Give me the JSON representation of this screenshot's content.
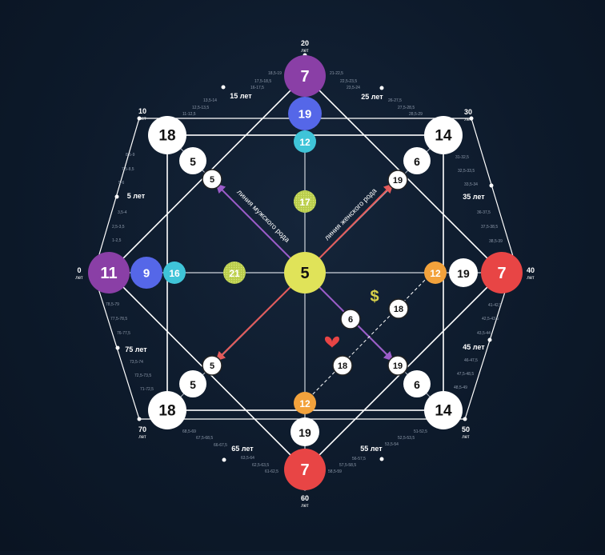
{
  "colors": {
    "purple": "#8a3fa6",
    "red": "#e84545",
    "blue": "#5567e8",
    "cyan": "#3fc4d8",
    "yellow": "#e0e359",
    "green_dot": "#b9cd4c",
    "orange": "#f2a23c",
    "white": "#ffffff",
    "line": "#ffffff",
    "heart": "#e84545",
    "dollar": "#d9d24a"
  },
  "icons": {
    "heart": "heart-icon",
    "money": "dollar-icon"
  },
  "center": {
    "value": "5"
  },
  "outer": {
    "top": "7",
    "right": "7",
    "bottom": "7",
    "left": "11",
    "top_left": "18",
    "top_right": "14",
    "bottom_right": "14",
    "bottom_left": "18"
  },
  "inner_axes": {
    "top_second": "19",
    "top_third": "12",
    "top_fourth": "17",
    "left_second": "9",
    "left_third": "16",
    "left_fourth": "21",
    "right_second": "19",
    "right_third": "12",
    "bottom_second": "19",
    "bottom_third": "12"
  },
  "diagonals": {
    "tl_outer": "5",
    "tl_inner": "5",
    "tr_outer": "6",
    "tr_inner": "19",
    "br_outer": "6",
    "br_inner": "19",
    "bl_outer": "5",
    "bl_inner": "5"
  },
  "money_line": {
    "upper": "18",
    "mid": "6",
    "lower": "18"
  },
  "line_labels": {
    "male": "линия мужского рода",
    "female": "линия женского рода"
  },
  "age_unit": "лет",
  "ages": {
    "a0": "0",
    "a10": "10",
    "a20": "20",
    "a30": "30",
    "a40": "40",
    "a50": "50",
    "a60": "60",
    "a70": "70",
    "m5": "5 лет",
    "m15": "15 лет",
    "m25": "25 лет",
    "m35": "35 лет",
    "m45": "45 лет",
    "m55": "55 лет",
    "m65": "65 лет",
    "m75": "75 лет"
  },
  "ranges": {
    "e1": [
      "1-2,5",
      "2,5-3,5",
      "3,5-4"
    ],
    "e2": [
      "5-6",
      "7,5-8,5",
      "8,5-9"
    ],
    "e3": [
      "11-12,5",
      "12,5-13,5",
      "13,5-14"
    ],
    "e4": [
      "16-17,5",
      "17,5-18,5",
      "18,5-19"
    ],
    "e5": [
      "21-22,5",
      "22,5-23,5",
      "23,5-24"
    ],
    "e6": [
      "26-27,5",
      "27,5-28,5",
      "28,5-29"
    ],
    "e7": [
      "31-32,5",
      "32,5-33,5",
      "33,5-34"
    ],
    "e8": [
      "36-37,5",
      "37,5-38,5",
      "38,5-39"
    ],
    "e9": [
      "41-42,5",
      "42,5-43,5",
      "43,5-44"
    ],
    "e10": [
      "46-47,5",
      "47,5-48,5",
      "48,5-49"
    ],
    "e11": [
      "51-52,5",
      "52,5-53,5",
      "53,5-54"
    ],
    "e12": [
      "56-57,5",
      "57,5-58,5",
      "58,5-59"
    ],
    "e13": [
      "61-62,5",
      "62,5-63,5",
      "63,5-64"
    ],
    "e14": [
      "66-67,5",
      "67,5-68,5",
      "68,5-69"
    ],
    "e15": [
      "71-72,5",
      "72,5-73,5",
      "73,5-74"
    ],
    "e16": [
      "76-77,5",
      "77,5-78,5",
      "78,5-79"
    ]
  }
}
